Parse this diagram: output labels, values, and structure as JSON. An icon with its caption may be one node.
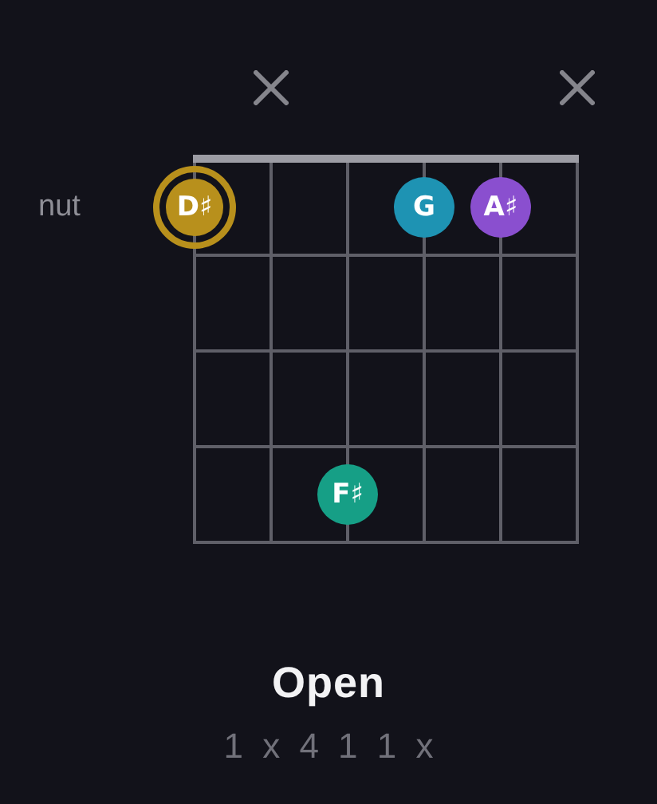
{
  "diagram": {
    "title": "Open",
    "caption": "1 x 4 1 1 x",
    "nodes": [
      {
        "text": [
          "D♯"
        ]
      },
      {
        "text": [
          "G"
        ]
      },
      {
        "text": [
          "A♯"
        ]
      },
      {
        "text": [
          "F♯"
        ]
      }
    ],
    "labels": [
      "nut"
    ]
  }
}
